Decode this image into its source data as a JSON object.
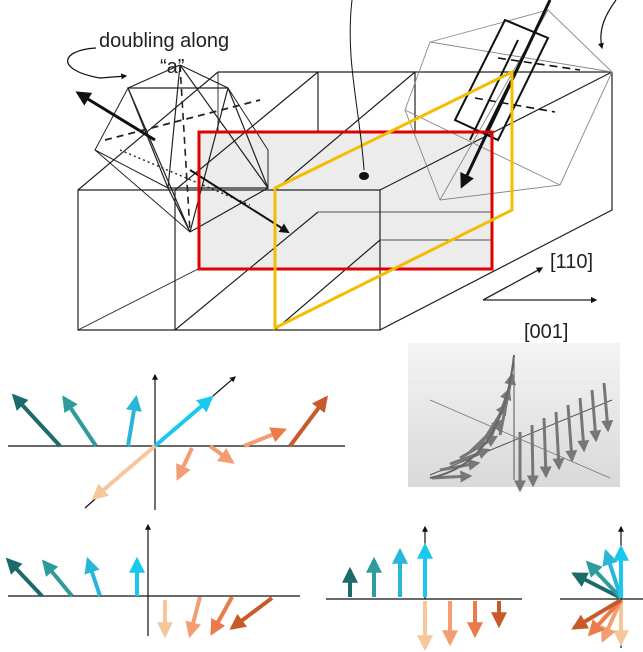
{
  "labels": {
    "doubling_line1": "doubling along",
    "doubling_line2": "“a”",
    "dir_110": "[110]",
    "dir_001": "[001]"
  },
  "colors": {
    "teal_dark": "#1c6b6b",
    "teal": "#2e9c9c",
    "sky": "#29b6d8",
    "cyan": "#19c8ee",
    "peach_light": "#f7c79c",
    "peach": "#f49c72",
    "orange": "#ec7a4a",
    "rust": "#c85a2a",
    "red_frame": "#e00000",
    "gold_frame": "#f4bd00",
    "plane_fill": "#e6e6e6"
  }
}
